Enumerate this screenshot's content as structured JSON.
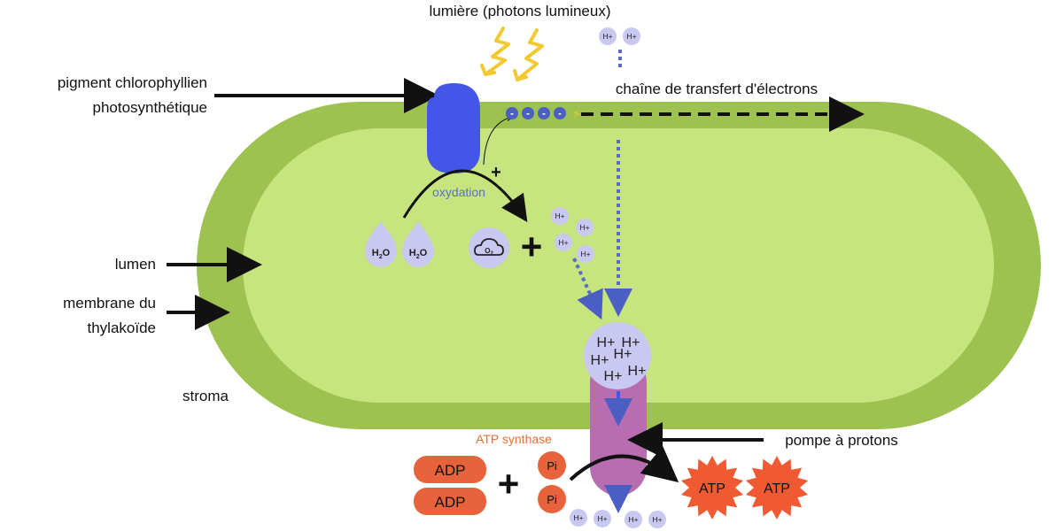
{
  "labels": {
    "light": "lumière (photons lumineux)",
    "pigment_line1": "pigment chlorophyllien",
    "pigment_line2": "photosynthétique",
    "electron_chain": "chaîne de transfert d'électrons",
    "lumen": "lumen",
    "membrane_line1": "membrane du",
    "membrane_line2": "thylakoïde",
    "stroma": "stroma",
    "proton_pump": "pompe à protons",
    "oxidation": "oxydation",
    "atp_synthase": "ATP synthase",
    "plus_sign": "+",
    "plus_charge": "+",
    "minus_sign": "-",
    "lightning": "⚡"
  },
  "molecules": {
    "water": "H2O",
    "water_main": "H",
    "water_sub": "2",
    "water_end": "O",
    "oxygen_main": "O",
    "oxygen_sub": "2",
    "proton": "H+",
    "adp": "ADP",
    "pi": "Pi",
    "atp": "ATP"
  },
  "colors": {
    "membrane": "#9dc24f",
    "lumen": "#c7e57f",
    "pigment": "#4356e8",
    "ion": "#c8c8f0",
    "electron": "#4a5ec4",
    "synthase": "#b86db1",
    "adp": "#e8623c",
    "atp": "#f05a32",
    "light": "#f2c930",
    "dotted": "#5b6ac8",
    "accent_text": "#e8703a",
    "oxidation_text": "#5a6fbf"
  },
  "icons": [
    "light-wave-icon",
    "water-drop-icon",
    "oxygen-cloud-icon",
    "arrow-icon",
    "atp-starburst-icon"
  ]
}
